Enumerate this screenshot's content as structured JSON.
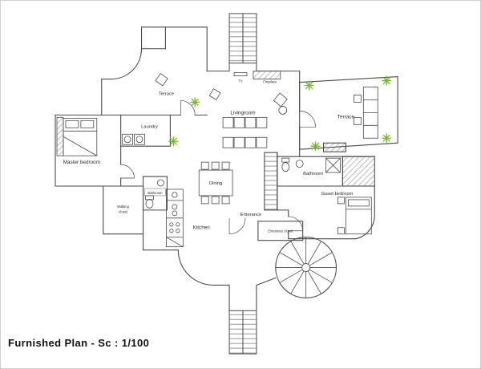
{
  "title": "Furnished Plan  - Sc : 1/100",
  "colors": {
    "walls": "#4a4a4a",
    "plants": "#76b82a",
    "paper": "#ffffff",
    "border": "#d0d0d0",
    "label": "#2b2b2b"
  },
  "labels": {
    "terrace_left": "Terrace",
    "laundry": "Laundry",
    "livingroom": "Livingroom",
    "tv": "Tv",
    "fireplace": "Fireplace",
    "terrace_right": "Terrace",
    "master_bedroom": "Master bedroom",
    "bathroom_left": "Bathroom",
    "walking_closet_line1": "Walking",
    "walking_closet_line2": "closet",
    "dining": "Dining",
    "bathroom_right": "Bathroom",
    "guest_bedroom": "Guset bedroom",
    "entrance": "Enterance",
    "kitchen": "Kitchen",
    "entrance_closet": "Enterance closet"
  }
}
